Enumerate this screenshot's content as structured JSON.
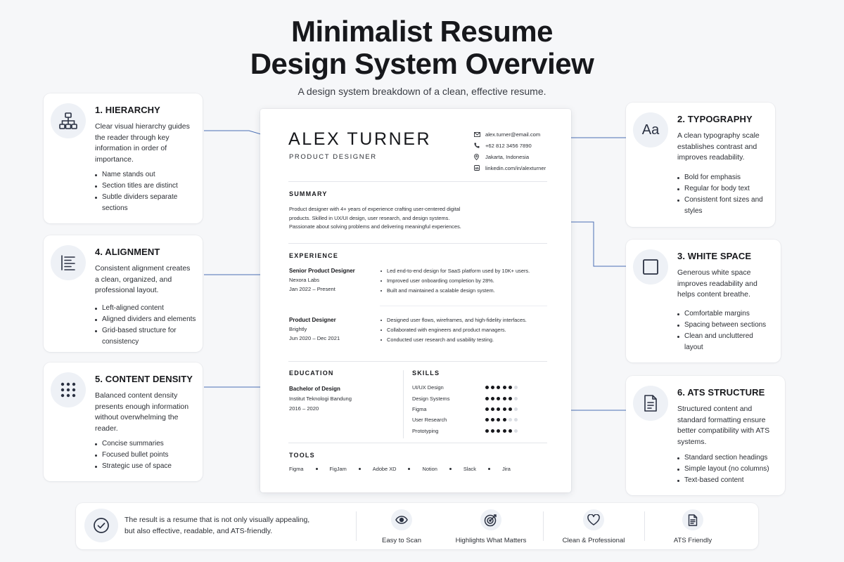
{
  "header": {
    "title_line1": "Minimalist Resume",
    "title_line2": "Design System Overview",
    "subtitle": "A design system breakdown of a clean, effective resume."
  },
  "colors": {
    "accent": "#4a6fb5",
    "ink": "#17181c",
    "icon_bg": "#eef1f6"
  },
  "cards": {
    "hierarchy": {
      "icon": "hierarchy-icon",
      "title": "1. HIERARCHY",
      "description": "Clear visual hierarchy guides the reader through key information in order of importance.",
      "bullets": [
        "Name stands out",
        "Section titles are distinct",
        "Subtle dividers separate sections"
      ]
    },
    "alignment": {
      "icon": "align-left-icon",
      "title": "4. ALIGNMENT",
      "description": "Consistent alignment creates a clean, organized, and professional layout.",
      "bullets": [
        "Left-aligned content",
        "Aligned dividers and elements",
        "Grid-based structure for consistency"
      ]
    },
    "density": {
      "icon": "dot-grid-icon",
      "title": "5. CONTENT DENSITY",
      "description": "Balanced content density presents enough information without overwhelming the reader.",
      "bullets": [
        "Concise summaries",
        "Focused bullet points",
        "Strategic use of space"
      ]
    },
    "typography": {
      "icon": "Aa",
      "title": "2. TYPOGRAPHY",
      "description": "A clean typography scale establishes contrast and improves readability.",
      "bullets": [
        "Bold for emphasis",
        "Regular for body text",
        "Consistent font sizes and styles"
      ]
    },
    "whitespace": {
      "icon": "square-icon",
      "title": "3. WHITE SPACE",
      "description": "Generous white space improves readability and helps content breathe.",
      "bullets": [
        "Comfortable margins",
        "Spacing between sections",
        "Clean and uncluttered layout"
      ]
    },
    "ats": {
      "icon": "document-icon",
      "title": "6. ATS STRUCTURE",
      "description": "Structured content and standard formatting ensure better compatibility with ATS systems.",
      "bullets": [
        "Standard section headings",
        "Simple layout (no columns)",
        "Text-based content"
      ]
    }
  },
  "resume": {
    "name": "ALEX TURNER",
    "role": "PRODUCT DESIGNER",
    "contacts": {
      "email": "alex.turner@email.com",
      "phone": "+62 812 3456 7890",
      "location": "Jakarta, Indonesia",
      "linkedin": "linkedin.com/in/alexturner"
    },
    "summary_title": "SUMMARY",
    "summary_lines": [
      "Product designer with 4+ years of experience crafting user-centered digital",
      "products. Skilled in UX/UI design, user research, and design systems.",
      "Passionate about solving problems and delivering meaningful experiences."
    ],
    "experience_title": "EXPERIENCE",
    "jobs": [
      {
        "title": "Senior Product Designer",
        "company": "Nexora Labs",
        "dates": "Jan 2022 – Present",
        "bullets": [
          "Led end-to-end design for SaaS platform used by 10K+ users.",
          "Improved user onboarding completion by 28%.",
          "Built and maintained a scalable design system."
        ]
      },
      {
        "title": "Product Designer",
        "company": "Brightly",
        "dates": "Jun 2020 – Dec 2021",
        "bullets": [
          "Designed user flows, wireframes, and high-fidelity interfaces.",
          "Collaborated with engineers and product managers.",
          "Conducted user research and usability testing."
        ]
      }
    ],
    "education_title": "EDUCATION",
    "education": {
      "degree": "Bachelor of Design",
      "school": "Institut Teknologi Bandung",
      "years": "2016 – 2020"
    },
    "skills_title": "SKILLS",
    "skills": [
      {
        "name": "UI/UX Design",
        "level": 5,
        "max": 6
      },
      {
        "name": "Design Systems",
        "level": 5,
        "max": 6
      },
      {
        "name": "Figma",
        "level": 5,
        "max": 6
      },
      {
        "name": "User Research",
        "level": 4,
        "max": 6
      },
      {
        "name": "Prototyping",
        "level": 5,
        "max": 6
      }
    ],
    "tools_title": "TOOLS",
    "tools": [
      "Figma",
      "FigJam",
      "Adobe XD",
      "Notion",
      "Slack",
      "Jira"
    ]
  },
  "footer": {
    "text_line1": "The result is a resume that is not only visually appealing,",
    "text_line2": "but also effective, readable, and ATS-friendly.",
    "items": [
      {
        "icon": "eye-icon",
        "label": "Easy to Scan"
      },
      {
        "icon": "target-icon",
        "label": "Highlights What Matters"
      },
      {
        "icon": "heart-icon",
        "label": "Clean & Professional"
      },
      {
        "icon": "document-icon",
        "label": "ATS Friendly"
      }
    ]
  }
}
